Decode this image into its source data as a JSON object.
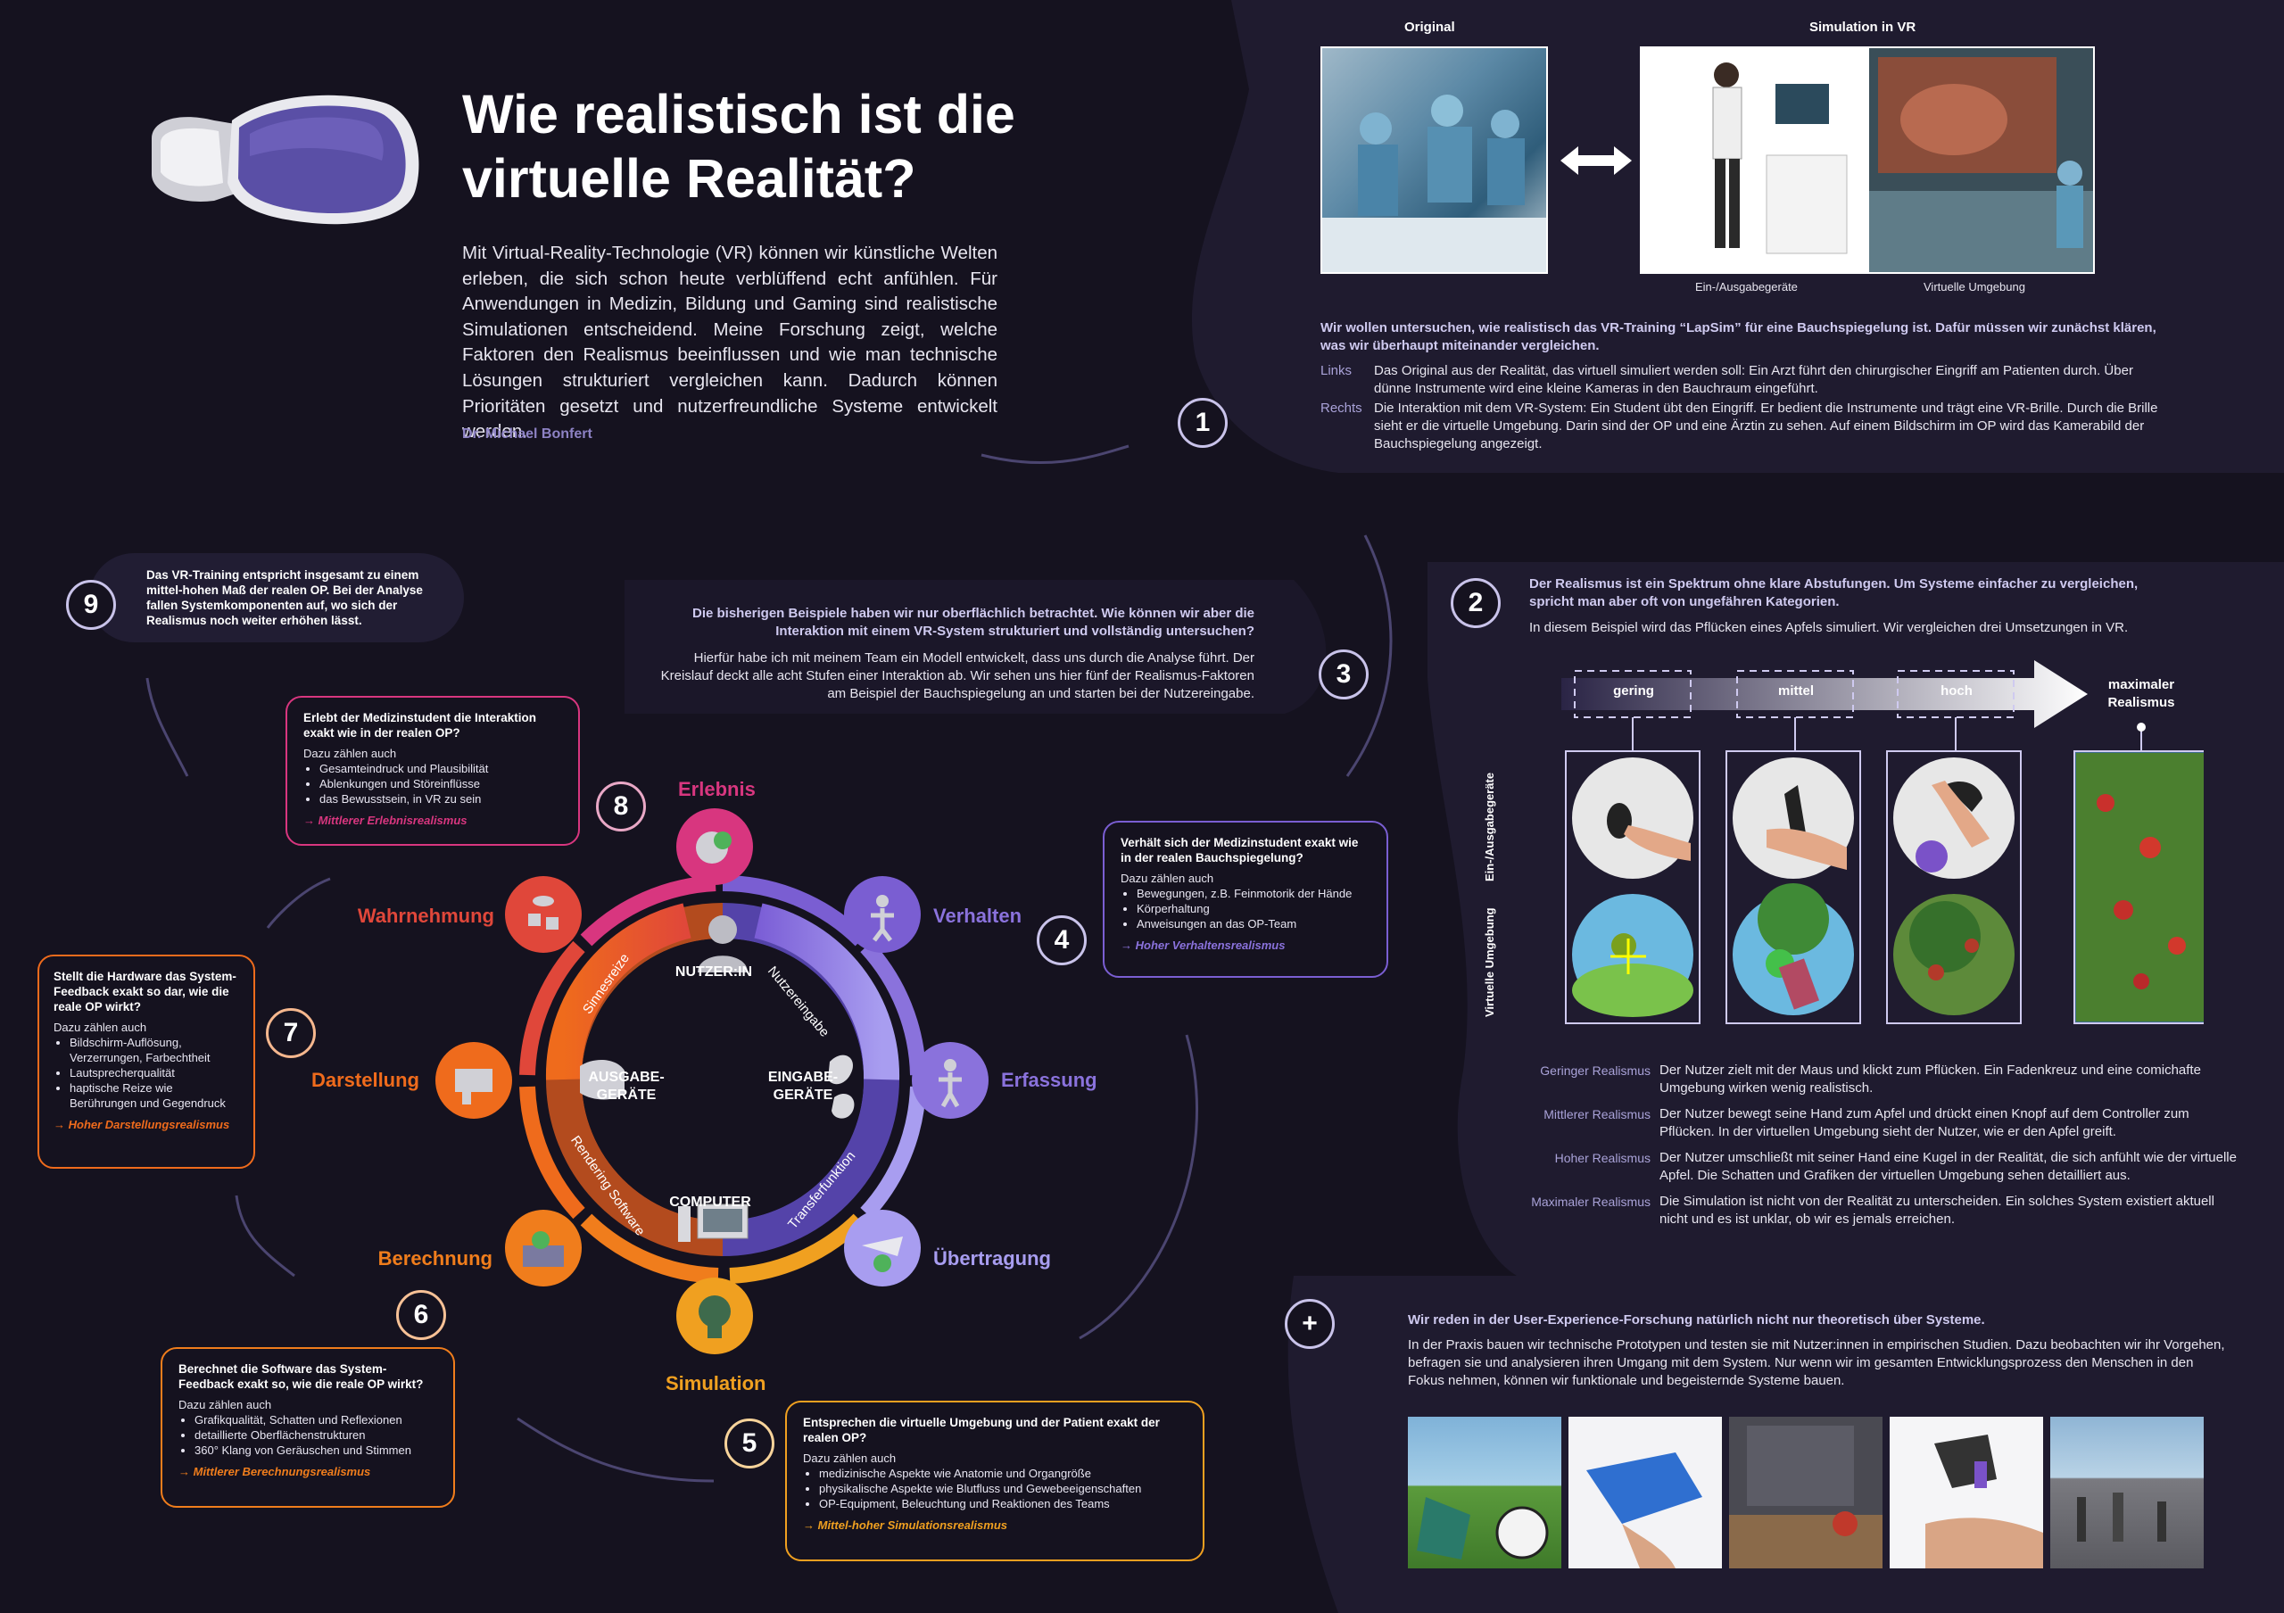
{
  "header": {
    "title": "Wie realistisch ist die virtuelle Realität?",
    "intro": "Mit Virtual-Reality-Technologie (VR) können wir künstliche Welten erleben, die sich schon heute verblüffend echt anfühlen. Für Anwendungen in Medizin, Bildung und Gaming sind realistische Simulationen entscheidend. Meine Forschung zeigt, welche Faktoren den Realismus beeinflussen und wie man technische Lösungen strukturiert vergleichen kann. Dadurch können Prioritäten gesetzt und nutzerfreundliche Systeme entwickelt werden.",
    "author": "Dr. Michael Bonfert"
  },
  "section1": {
    "label_original": "Original",
    "label_simulation": "Simulation in VR",
    "caption_io": "Ein-/Ausgabegeräte",
    "caption_env": "Virtuelle Umgebung",
    "intro": "Wir wollen untersuchen, wie realistisch das VR-Training “LapSim” für eine Bauchspiegelung ist. Dafür müssen wir zunächst klären, was wir überhaupt miteinander vergleichen.",
    "links_label": "Links",
    "links_text": "Das Original aus der Realität, das virtuell simuliert werden soll: Ein Arzt führt den chirurgischer Eingriff am Patienten durch. Über dünne Instrumente wird eine kleine Kameras in den Bauchraum eingeführt.",
    "rechts_label": "Rechts",
    "rechts_text": "Die Interaktion mit dem VR-System: Ein Student übt den Eingriff. Er bedient die Instrumente und trägt eine VR-Brille. Durch die Brille sieht er die virtuelle Umgebung. Darin sind der OP und eine Ärztin zu sehen. Auf einem Bildschirm im OP wird das Kamerabild der Bauchspiegelung angezeigt."
  },
  "section2": {
    "intro": "Der Realismus ist ein Spektrum ohne klare Abstufungen. Um Systeme einfacher zu vergleichen, spricht man aber oft von ungefähren Kategorien.",
    "intro2": "In diesem Beispiel wird das Pflücken eines Apfels simuliert. Wir vergleichen drei Umsetzungen in VR.",
    "levels": [
      "gering",
      "mittel",
      "hoch"
    ],
    "max_label": "maximaler Realismus",
    "row_io": "Ein-/Ausgabegeräte",
    "row_env": "Virtuelle Umgebung",
    "rows": [
      {
        "label": "Geringer Realismus",
        "text": "Der Nutzer zielt mit der Maus und klickt zum Pflücken. Ein Fadenkreuz und eine comichafte Umgebung wirken wenig realistisch."
      },
      {
        "label": "Mittlerer Realismus",
        "text": "Der Nutzer bewegt seine Hand zum Apfel und drückt einen Knopf auf dem Controller zum Pflücken. In der virtuellen Umgebung sieht der Nutzer, wie er den Apfel greift."
      },
      {
        "label": "Hoher Realismus",
        "text": "Der Nutzer umschließt mit seiner Hand eine Kugel in der Realität, die sich anfühlt wie der virtuelle Apfel. Die Schatten und Grafiken der virtuellen Umgebung sehen detailliert aus."
      },
      {
        "label": "Maximaler Realismus",
        "text": "Die Simulation ist nicht von der Realität zu unterscheiden. Ein solches System existiert aktuell nicht und es ist unklar, ob wir es jemals erreichen."
      }
    ]
  },
  "section3": {
    "q": "Die bisherigen Beispiele haben wir nur oberflächlich betrachtet. Wie können wir aber die Interaktion mit einem VR-System strukturiert und vollständig untersuchen?",
    "text": "Hierfür habe ich mit meinem Team ein Modell entwickelt, dass uns durch die Analyse führt. Der Kreislauf deckt alle acht Stufen einer Interaktion ab. Wir sehen uns hier fünf der Realismus-Faktoren am Beispiel der Bauchspiegelung an und starten bei der Nutzereingabe."
  },
  "cycle": {
    "center_user": "NUTZER:IN",
    "center_input": "EINGABE-\nGERÄTE",
    "center_output": "AUSGABE-\nGERÄTE",
    "center_computer": "COMPUTER",
    "arc_sinnesreize": "Sinnesreize",
    "arc_nutzereingabe": "Nutzereingabe",
    "arc_transferfunktion": "Transferfunktion",
    "arc_rendering": "Rendering Software",
    "cat_erlebnis": "Erlebnis",
    "cat_verhalten": "Verhalten",
    "cat_erfassung": "Erfassung",
    "cat_uebertragung": "Übertragung",
    "cat_simulation": "Simulation",
    "cat_berechnung": "Berechnung",
    "cat_darstellung": "Darstellung",
    "cat_wahrnehmung": "Wahrnehmung"
  },
  "bubbles": {
    "b9": {
      "num": "9",
      "text": "Das VR-Training entspricht insgesamt zu einem mittel-hohen Maß der realen OP. Bei der Analyse fallen Systemkomponenten auf, wo sich der Realismus noch weiter erhöhen lässt."
    },
    "b8": {
      "num": "8",
      "title": "Erlebt der Medizinstudent die Interaktion exakt wie in der realen OP?",
      "sub": "Dazu zählen auch",
      "items": [
        "Gesamteindruck und Plausibilität",
        "Ablenkungen und Störeinflüsse",
        "das Bewusstsein, in VR zu sein"
      ],
      "foot": "→ Mittlerer Erlebnisrealismus"
    },
    "b4": {
      "num": "4",
      "title": "Verhält sich der Medizinstudent exakt wie in der realen Bauchspiegelung?",
      "sub": "Dazu zählen auch",
      "items": [
        "Bewegungen, z.B. Feinmotorik der Hände",
        "Körperhaltung",
        "Anweisungen an das OP-Team"
      ],
      "foot": "→ Hoher Verhaltensrealismus"
    },
    "b7": {
      "num": "7",
      "title": "Stellt die Hardware das System-Feedback exakt so dar, wie die reale OP wirkt?",
      "sub": "Dazu zählen auch",
      "items": [
        "Bildschirm-Auflösung, Verzerrungen, Farbechtheit",
        "Lautsprecherqualität",
        "haptische Reize wie Berührungen und Gegendruck"
      ],
      "foot": "→ Hoher Darstellungsrealismus"
    },
    "b6": {
      "num": "6",
      "title": "Berechnet die Software das System-Feedback exakt so, wie die reale OP wirkt?",
      "sub": "Dazu zählen auch",
      "items": [
        "Grafikqualität, Schatten und Reflexionen",
        "detaillierte Oberflächenstrukturen",
        "360° Klang von Geräuschen und Stimmen"
      ],
      "foot": "→ Mittlerer Berechnungsrealismus"
    },
    "b5": {
      "num": "5",
      "title": "Entsprechen die virtuelle Umgebung und der Patient exakt der realen OP?",
      "sub": "Dazu zählen auch",
      "items": [
        "medizinische Aspekte wie Anatomie und Organgröße",
        "physikalische Aspekte wie Blutfluss und Gewebeeigenschaften",
        "OP-Equipment, Beleuchtung und Reaktionen des Teams"
      ],
      "foot": "→ Mittel-hoher Simulationsrealismus"
    }
  },
  "numbers": {
    "n1": "1",
    "n2": "2",
    "n3": "3",
    "plus": "+"
  },
  "plus_section": {
    "title": "Wir reden in der User-Experience-Forschung natürlich nicht nur theoretisch über Systeme.",
    "text": "In der Praxis bauen wir technische Prototypen und testen sie mit Nutzer:innen in empirischen Studien. Dazu beobachten wir ihr Vorgehen, befragen sie und analysieren ihren Umgang mit dem System. Nur wenn wir im gesamten Entwicklungsprozess den Menschen in den Fokus nehmen, können wir funktionale und begeisternde Systeme bauen."
  },
  "colors": {
    "bg": "#15121f",
    "panel": "#211d33",
    "purple": "#6c5bd6",
    "lavender": "#a79df0",
    "pink": "#d8367f",
    "red": "#e0473a",
    "orange": "#ef6b1c",
    "amber": "#f0a020",
    "violet": "#7a5ed2"
  }
}
